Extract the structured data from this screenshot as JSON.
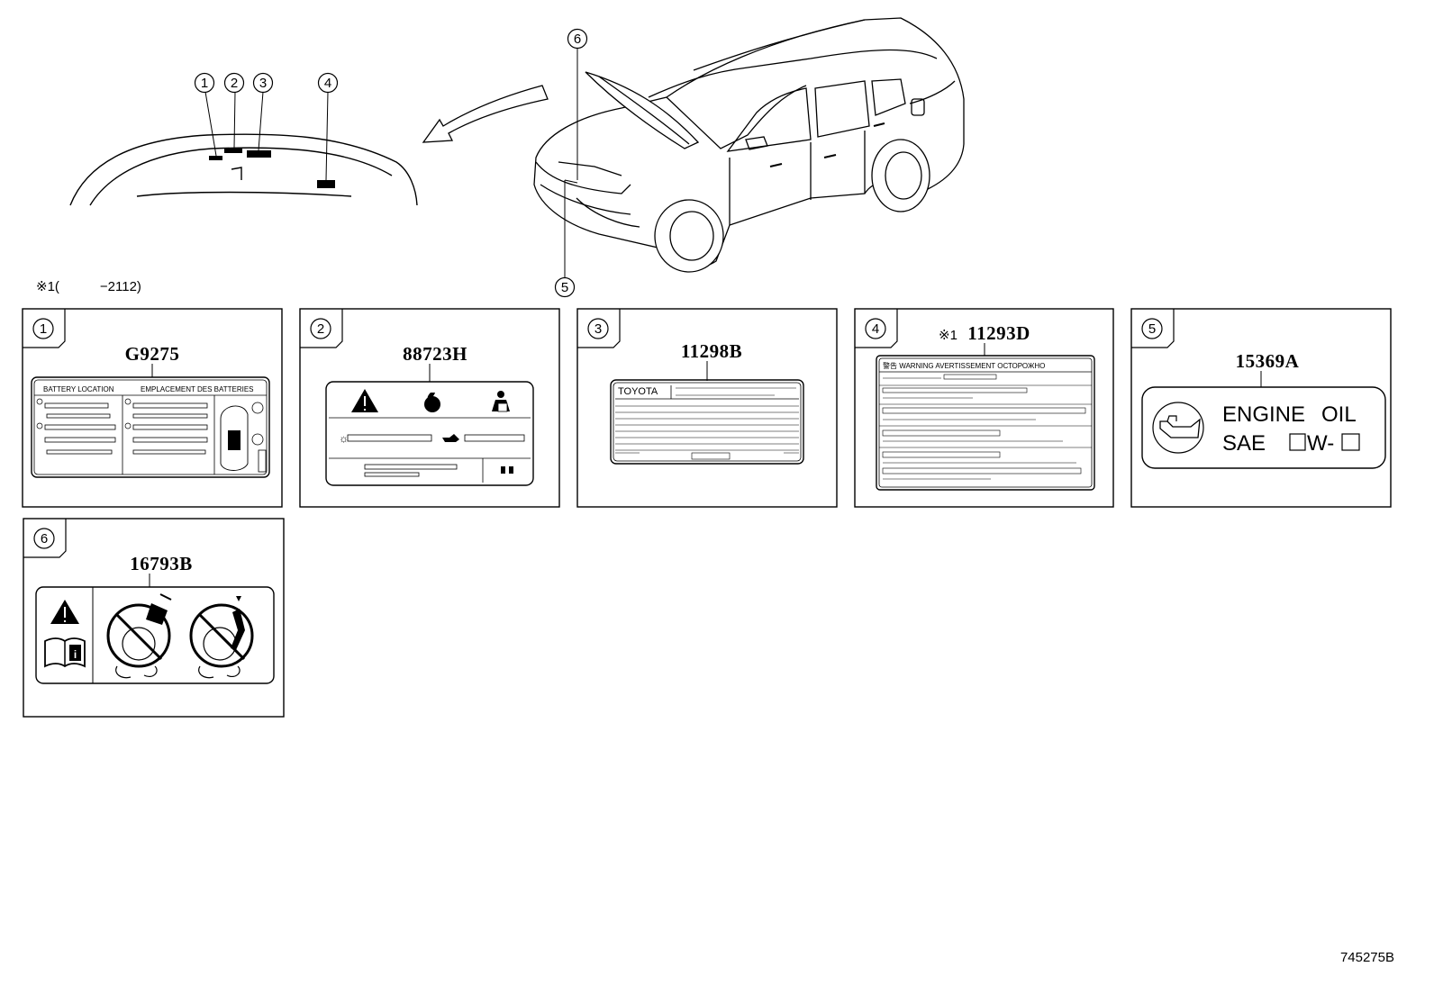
{
  "note": "※1(　　　−2112)",
  "diagram_id": "745275B",
  "overview": {
    "callouts": [
      "1",
      "2",
      "3",
      "4",
      "5",
      "6"
    ]
  },
  "panels": [
    {
      "num": "1",
      "part_number": "G9275",
      "label_texts": [
        "BATTERY LOCATION",
        "EMPLACEMENT DES BATTERIES"
      ]
    },
    {
      "num": "2",
      "part_number": "88723H"
    },
    {
      "num": "3",
      "part_number": "11298B",
      "label_texts": [
        "TOYOTA"
      ]
    },
    {
      "num": "4",
      "part_number": "11293D",
      "note_mark": "※1",
      "label_texts": [
        "警告 WARNING AVERTISSEMENT ОСТОРОЖНО"
      ]
    },
    {
      "num": "5",
      "part_number": "15369A",
      "label_texts": [
        "ENGINE",
        "OIL",
        "SAE",
        "W-"
      ]
    },
    {
      "num": "6",
      "part_number": "16793B"
    }
  ]
}
